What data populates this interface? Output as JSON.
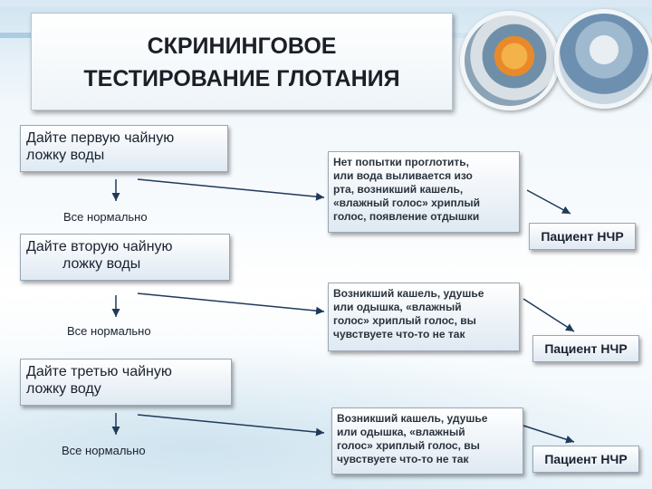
{
  "title": {
    "line1": "СКРИНИНГОВОЕ",
    "line2": "ТЕСТИРОВАНИЕ ГЛОТАНИЯ"
  },
  "steps": [
    {
      "line1": "Дайте первую чайную",
      "line2": "ложку воды"
    },
    {
      "line1": "Дайте вторую чайную",
      "line2": "ложку воды"
    },
    {
      "line1": "Дайте третью чайную",
      "line2": "ложку воду"
    }
  ],
  "ok_label": "Все нормально",
  "descriptions": [
    {
      "lines": [
        "Нет попытки проглотить,",
        "или вода выливается изо",
        "рта, возникший кашель,",
        "«влажный голос» хриплый",
        "голос, появление отдышки"
      ]
    },
    {
      "lines": [
        "Возникший кашель, удушье",
        "или одышка, «влажный",
        "голос» хриплый голос, вы",
        "чувствуете что-то не так"
      ]
    },
    {
      "lines": [
        "Возникший кашель, удушье",
        "или одышка, «влажный",
        "голос» хриплый голос, вы",
        "чувствуете что-то не так"
      ]
    }
  ],
  "result_label": "Пациент НЧР"
}
